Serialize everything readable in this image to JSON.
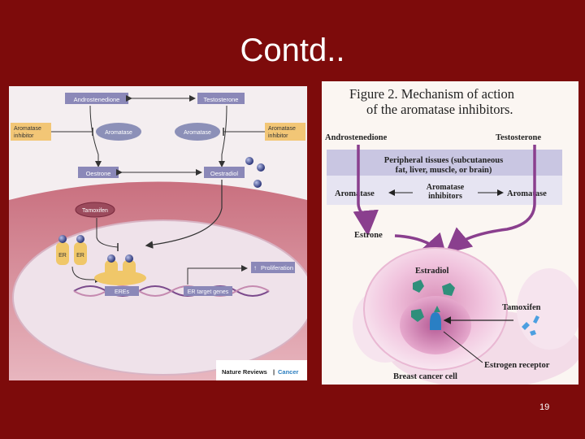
{
  "slide": {
    "title": "Contd..",
    "page_number": "19"
  },
  "left_diagram": {
    "androstenedione": "Androstenedione",
    "testosterone": "Testosterone",
    "aromatase_inhibitor_left": [
      "Aromatase",
      "inhibitor"
    ],
    "aromatase_inhibitor_right": [
      "Aromatase",
      "inhibitor"
    ],
    "aromatase_left": "Aromatase",
    "aromatase_right": "Aromatase",
    "oestrone": "Oestrone",
    "oestradiol": "Oestradiol",
    "tamoxifen": "Tamoxifen",
    "er1": "ER",
    "er2": "ER",
    "eres": "EREs",
    "er_target_genes": "ER target genes",
    "proliferation": "Proliferation",
    "credit_journal": "Nature Reviews",
    "credit_sep": "|",
    "credit_section": "Cancer"
  },
  "right_diagram": {
    "figure_title_line1": "Figure 2. Mechanism of action",
    "figure_title_line2": "of the aromatase inhibitors.",
    "androstenedione": "Androstenedione",
    "testosterone": "Testosterone",
    "peripheral_line1": "Peripheral tissues (subcutaneous",
    "peripheral_line2": "fat, liver, muscle, or brain)",
    "aromatase_left": "Aromatase",
    "aromatase_right": "Aromatase",
    "inhibitors_line1": "Aromatase",
    "inhibitors_line2": "inhibitors",
    "estrone": "Estrone",
    "estradiol": "Estradiol",
    "tamoxifen": "Tamoxifen",
    "estrogen_receptor": "Estrogen receptor",
    "breast_cancer_cell": "Breast cancer cell"
  },
  "colors": {
    "background": "#7d0b0b",
    "box_purple": "#8b88b8",
    "box_orange": "#f2c676",
    "arrow_purple": "#8a3f8e",
    "band_lavender": "#d6d4ea"
  }
}
